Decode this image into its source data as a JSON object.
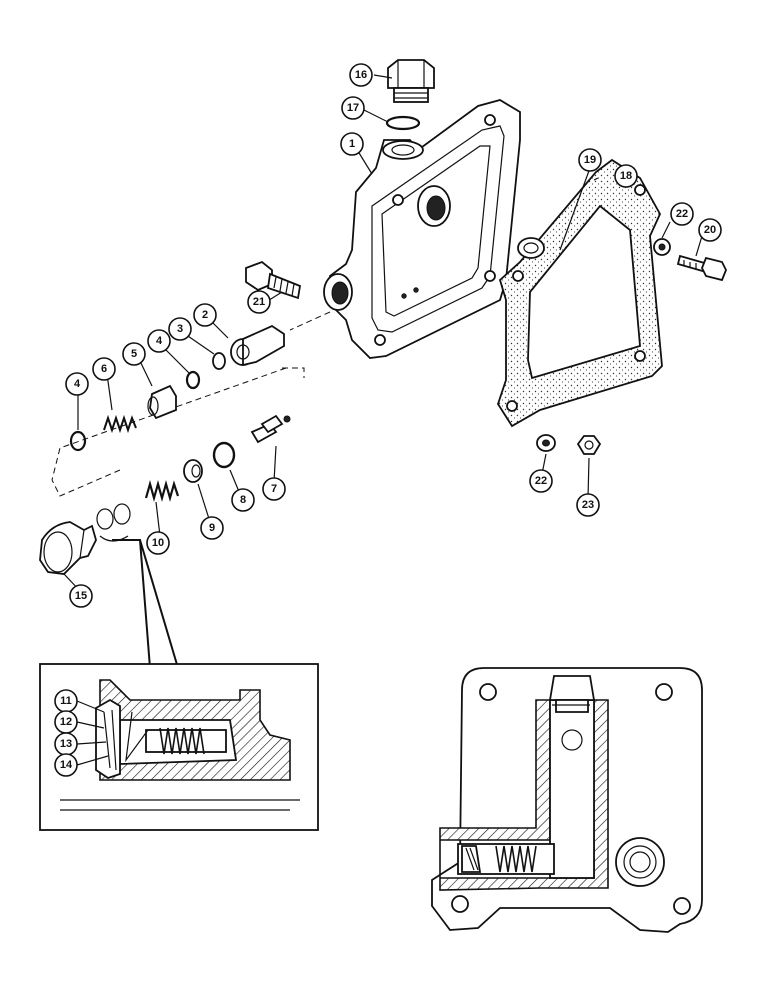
{
  "callouts": [
    {
      "id": "1",
      "label": "1"
    },
    {
      "id": "2",
      "label": "2"
    },
    {
      "id": "3",
      "label": "3"
    },
    {
      "id": "4a",
      "label": "4"
    },
    {
      "id": "4b",
      "label": "4"
    },
    {
      "id": "5",
      "label": "5"
    },
    {
      "id": "6",
      "label": "6"
    },
    {
      "id": "7",
      "label": "7"
    },
    {
      "id": "8",
      "label": "8"
    },
    {
      "id": "9",
      "label": "9"
    },
    {
      "id": "10",
      "label": "10"
    },
    {
      "id": "11",
      "label": "11"
    },
    {
      "id": "12",
      "label": "12"
    },
    {
      "id": "13",
      "label": "13"
    },
    {
      "id": "14",
      "label": "14"
    },
    {
      "id": "15",
      "label": "15"
    },
    {
      "id": "16",
      "label": "16"
    },
    {
      "id": "17",
      "label": "17"
    },
    {
      "id": "18",
      "label": "18"
    },
    {
      "id": "19",
      "label": "19"
    },
    {
      "id": "20",
      "label": "20"
    },
    {
      "id": "21",
      "label": "21"
    },
    {
      "id": "22a",
      "label": "22"
    },
    {
      "id": "22b",
      "label": "22"
    },
    {
      "id": "23",
      "label": "23"
    }
  ]
}
